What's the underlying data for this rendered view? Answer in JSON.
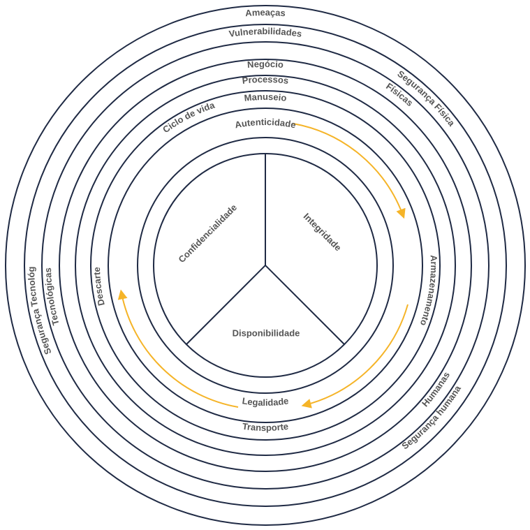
{
  "rings": {
    "r10": {
      "top": "Ameaças"
    },
    "r9": {
      "top": "Vulnerabilidades",
      "upper_right": "Segurança Física",
      "left": "Segurança Tecnológica",
      "lower_right": "Segurança humana"
    },
    "r8": {
      "upper_right": "Físicas",
      "left": "Tecnológicas",
      "lower_right": "Humanas"
    },
    "r7": {
      "top": "Negócio"
    },
    "r6": {
      "top": "Processos"
    },
    "r5": {
      "top": "Manuseio",
      "upper_left": "Ciclo de vida",
      "right": "Armazenamento",
      "bottom": "Transporte",
      "left": "Descarte"
    },
    "r4": {
      "top": "Autenticidade",
      "bottom": "Legalidade"
    }
  },
  "core": {
    "left": "Confidencialidade",
    "right": "Integridade",
    "bottom": "Disponibilidade"
  },
  "colors": {
    "stroke": "#1f2a44",
    "text": "#555555",
    "arrow": "#f5b428"
  }
}
